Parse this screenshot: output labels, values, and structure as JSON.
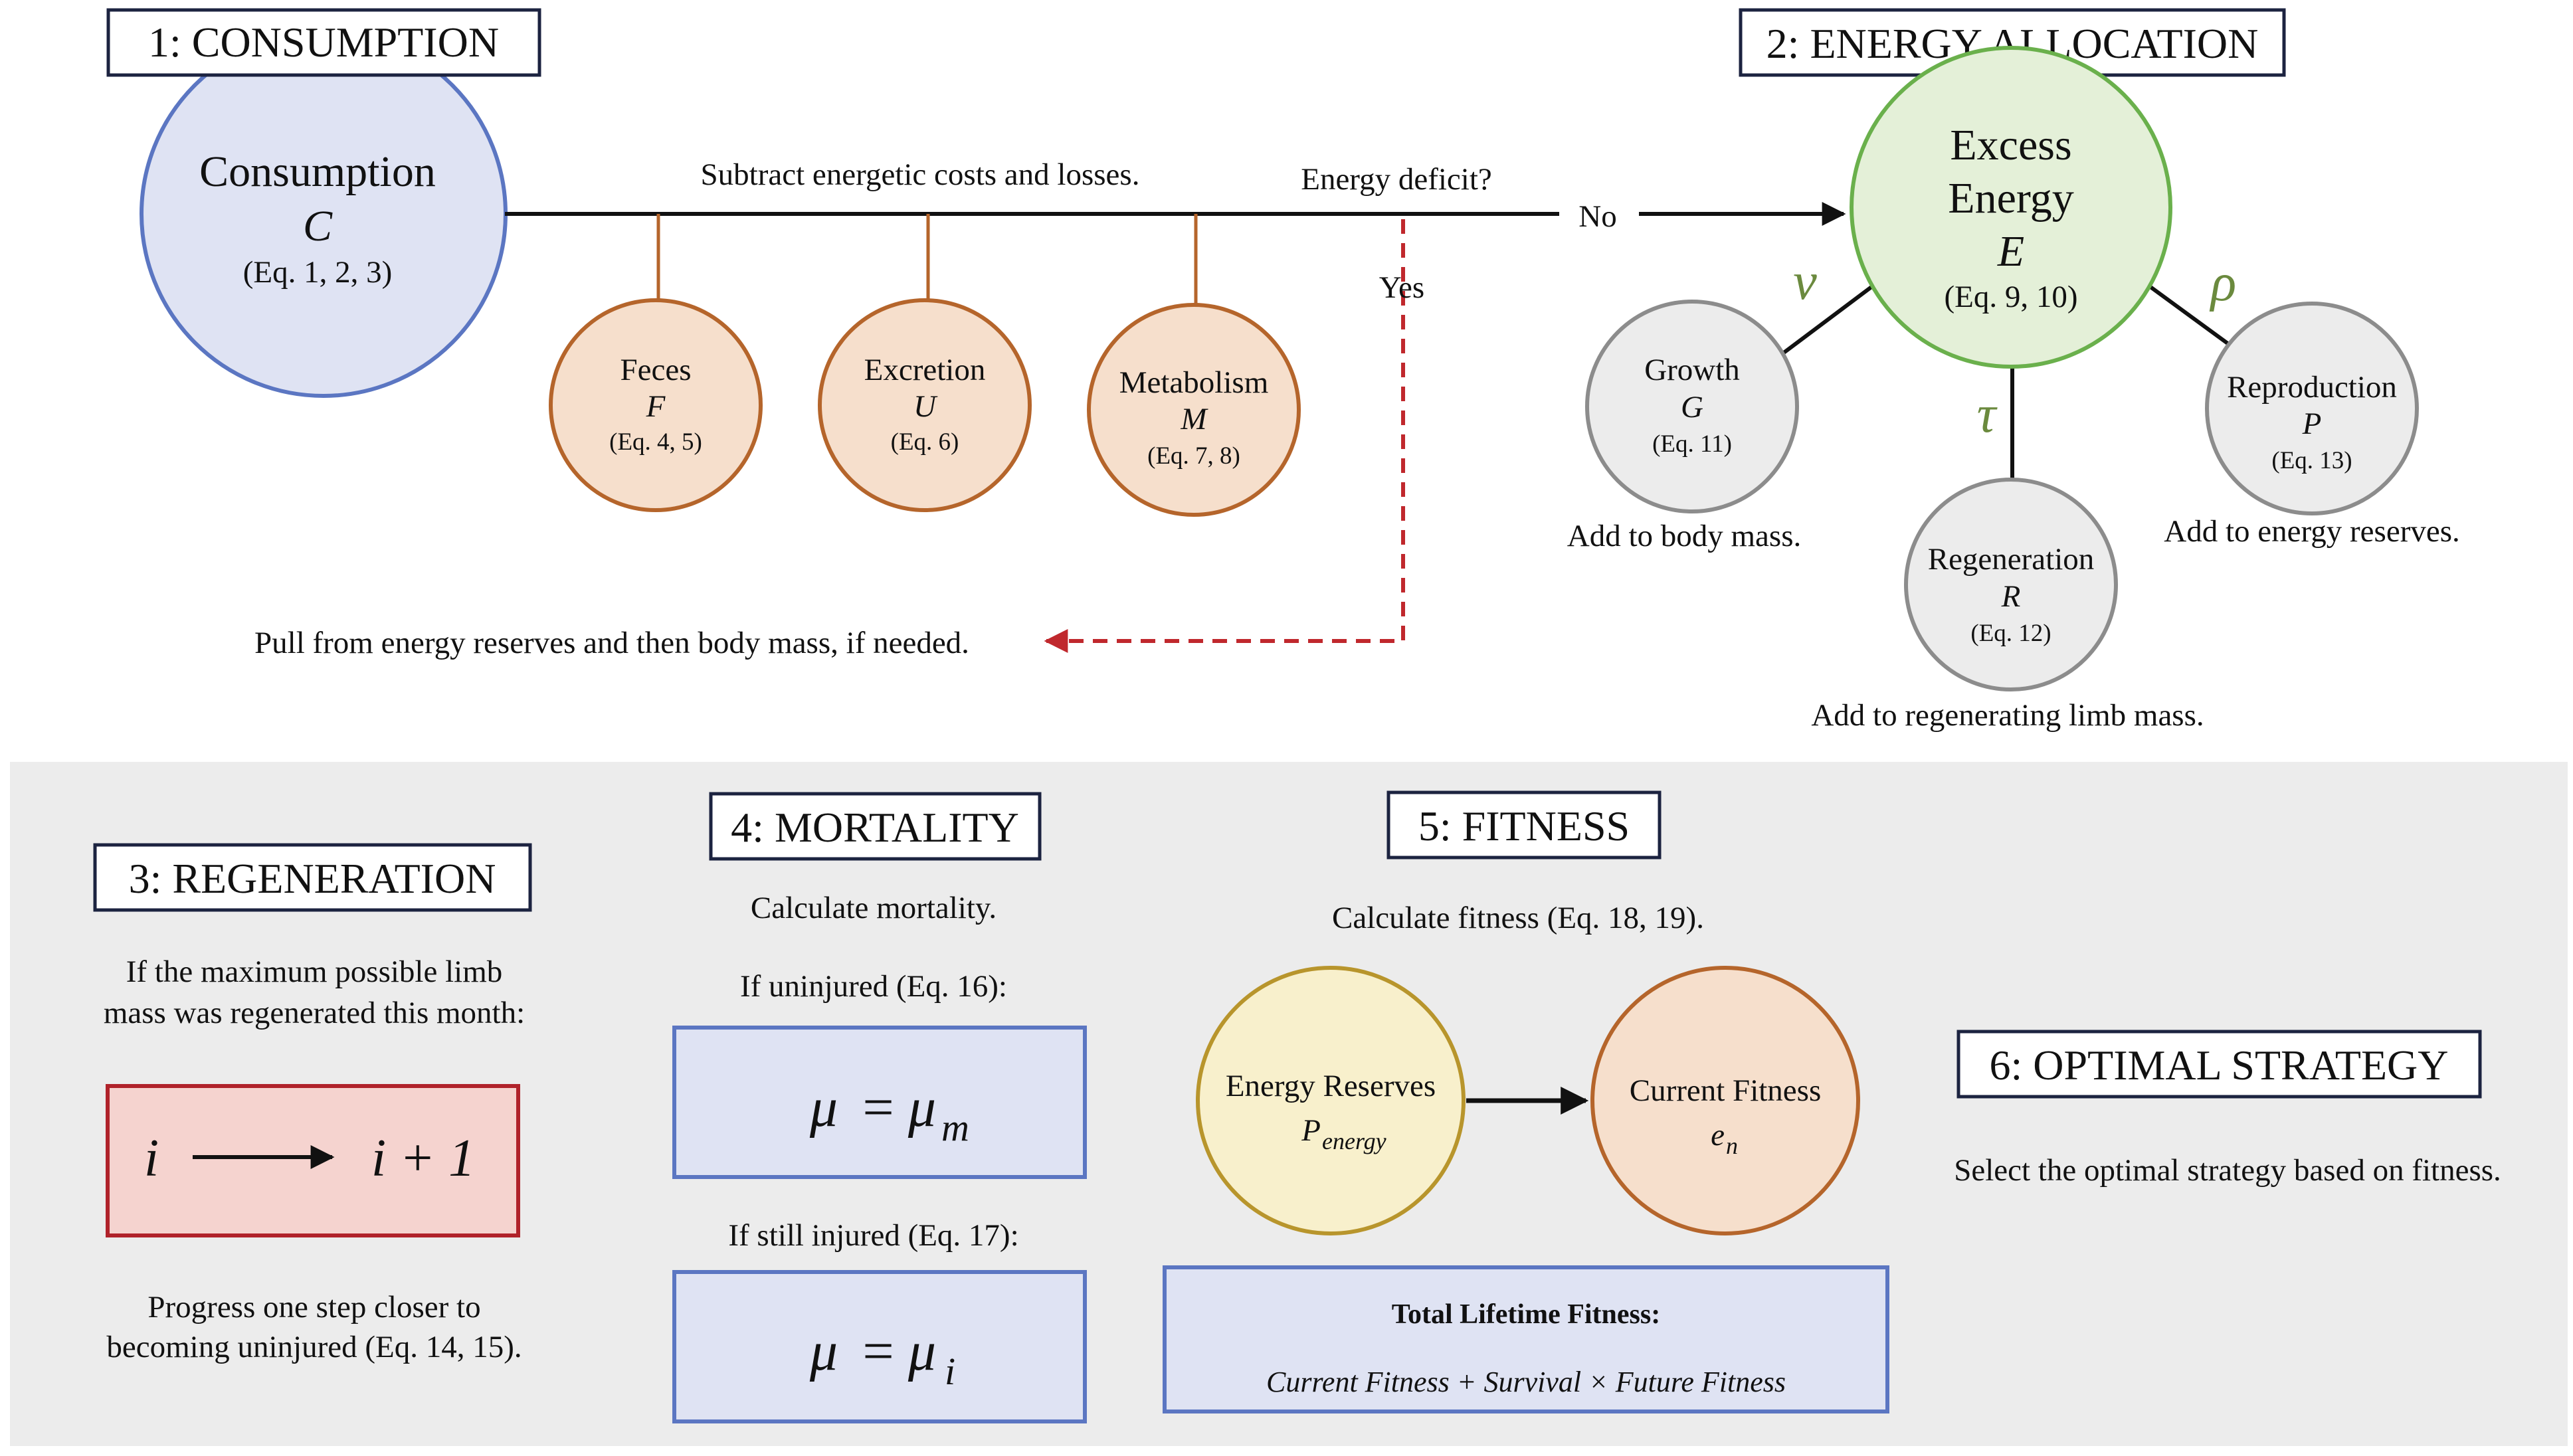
{
  "sections": {
    "consumption": {
      "title": "1: CONSUMPTION"
    },
    "allocation": {
      "title": "2: ENERGY ALLOCATION"
    },
    "regeneration": {
      "title": "3: REGENERATION"
    },
    "mortality": {
      "title": "4: MORTALITY"
    },
    "fitness": {
      "title": "5: FITNESS"
    },
    "optimal": {
      "title": "6: OPTIMAL STRATEGY"
    }
  },
  "nodes": {
    "consumption": {
      "label": "Consumption",
      "symbol": "C",
      "eq": "(Eq. 1, 2, 3)",
      "color": "#dfe3f3",
      "stroke": "#5b76c2"
    },
    "feces": {
      "label": "Feces",
      "symbol": "F",
      "eq": "(Eq. 4, 5)"
    },
    "excretion": {
      "label": "Excretion",
      "symbol": "U",
      "eq": "(Eq. 6)"
    },
    "metabolism": {
      "label": "Metabolism",
      "symbol": "M",
      "eq": "(Eq. 7, 8)"
    },
    "excess": {
      "label1": "Excess",
      "label2": "Energy",
      "symbol": "E",
      "eq": "(Eq. 9, 10)",
      "color": "#e4f0d8",
      "stroke": "#6ab04c"
    },
    "growth": {
      "label": "Growth",
      "symbol": "G",
      "eq": "(Eq. 11)"
    },
    "regeneration": {
      "label": "Regeneration",
      "symbol": "R",
      "eq": "(Eq. 12)"
    },
    "reproduction": {
      "label": "Reproduction",
      "symbol": "P",
      "eq": "(Eq. 13)"
    },
    "energy_reserves": {
      "label": "Energy Reserves",
      "symbol": "P",
      "sub": "energy"
    },
    "current_fitness": {
      "label": "Current Fitness",
      "symbol": "e",
      "sub": "n"
    }
  },
  "colors": {
    "loss_fill": "#f6dfcc",
    "loss_stroke": "#b5652b",
    "grey_fill": "#ececec",
    "grey_stroke": "#8c8c8c",
    "deficit": "#c0282d",
    "panel": "#ececec",
    "greek": "#6b8a3e"
  },
  "flow": {
    "subtract": "Subtract energetic costs and losses.",
    "deficit": "Energy deficit?",
    "no": "No",
    "yes": "Yes",
    "pull": "Pull from energy reserves and then body mass, if needed."
  },
  "greek": {
    "nu": "ν",
    "tau": "τ",
    "rho": "ρ"
  },
  "notes": {
    "growth": "Add to body mass.",
    "regeneration": "Add to regenerating limb mass.",
    "reproduction": "Add to energy reserves."
  },
  "regen": {
    "line1": "If the maximum possible limb",
    "line2": "mass was regenerated this month:",
    "from": "i",
    "to": "i + 1",
    "bottom1": "Progress one step closer to",
    "bottom2": "becoming uninjured (Eq. 14, 15)."
  },
  "mortality": {
    "calc": "Calculate mortality.",
    "uninjured": "If uninjured (Eq. 16):",
    "injured": "If still injured (Eq. 17):",
    "mu": "μ",
    "eq": "=",
    "mu_m": "m",
    "mu_i": "i"
  },
  "fitness": {
    "calc": "Calculate fitness (Eq. 18, 19).",
    "total_title": "Total Lifetime Fitness:",
    "total_eq": "Current Fitness + Survival × Future Fitness"
  },
  "optimal": {
    "text": "Select the optimal strategy based on fitness."
  }
}
